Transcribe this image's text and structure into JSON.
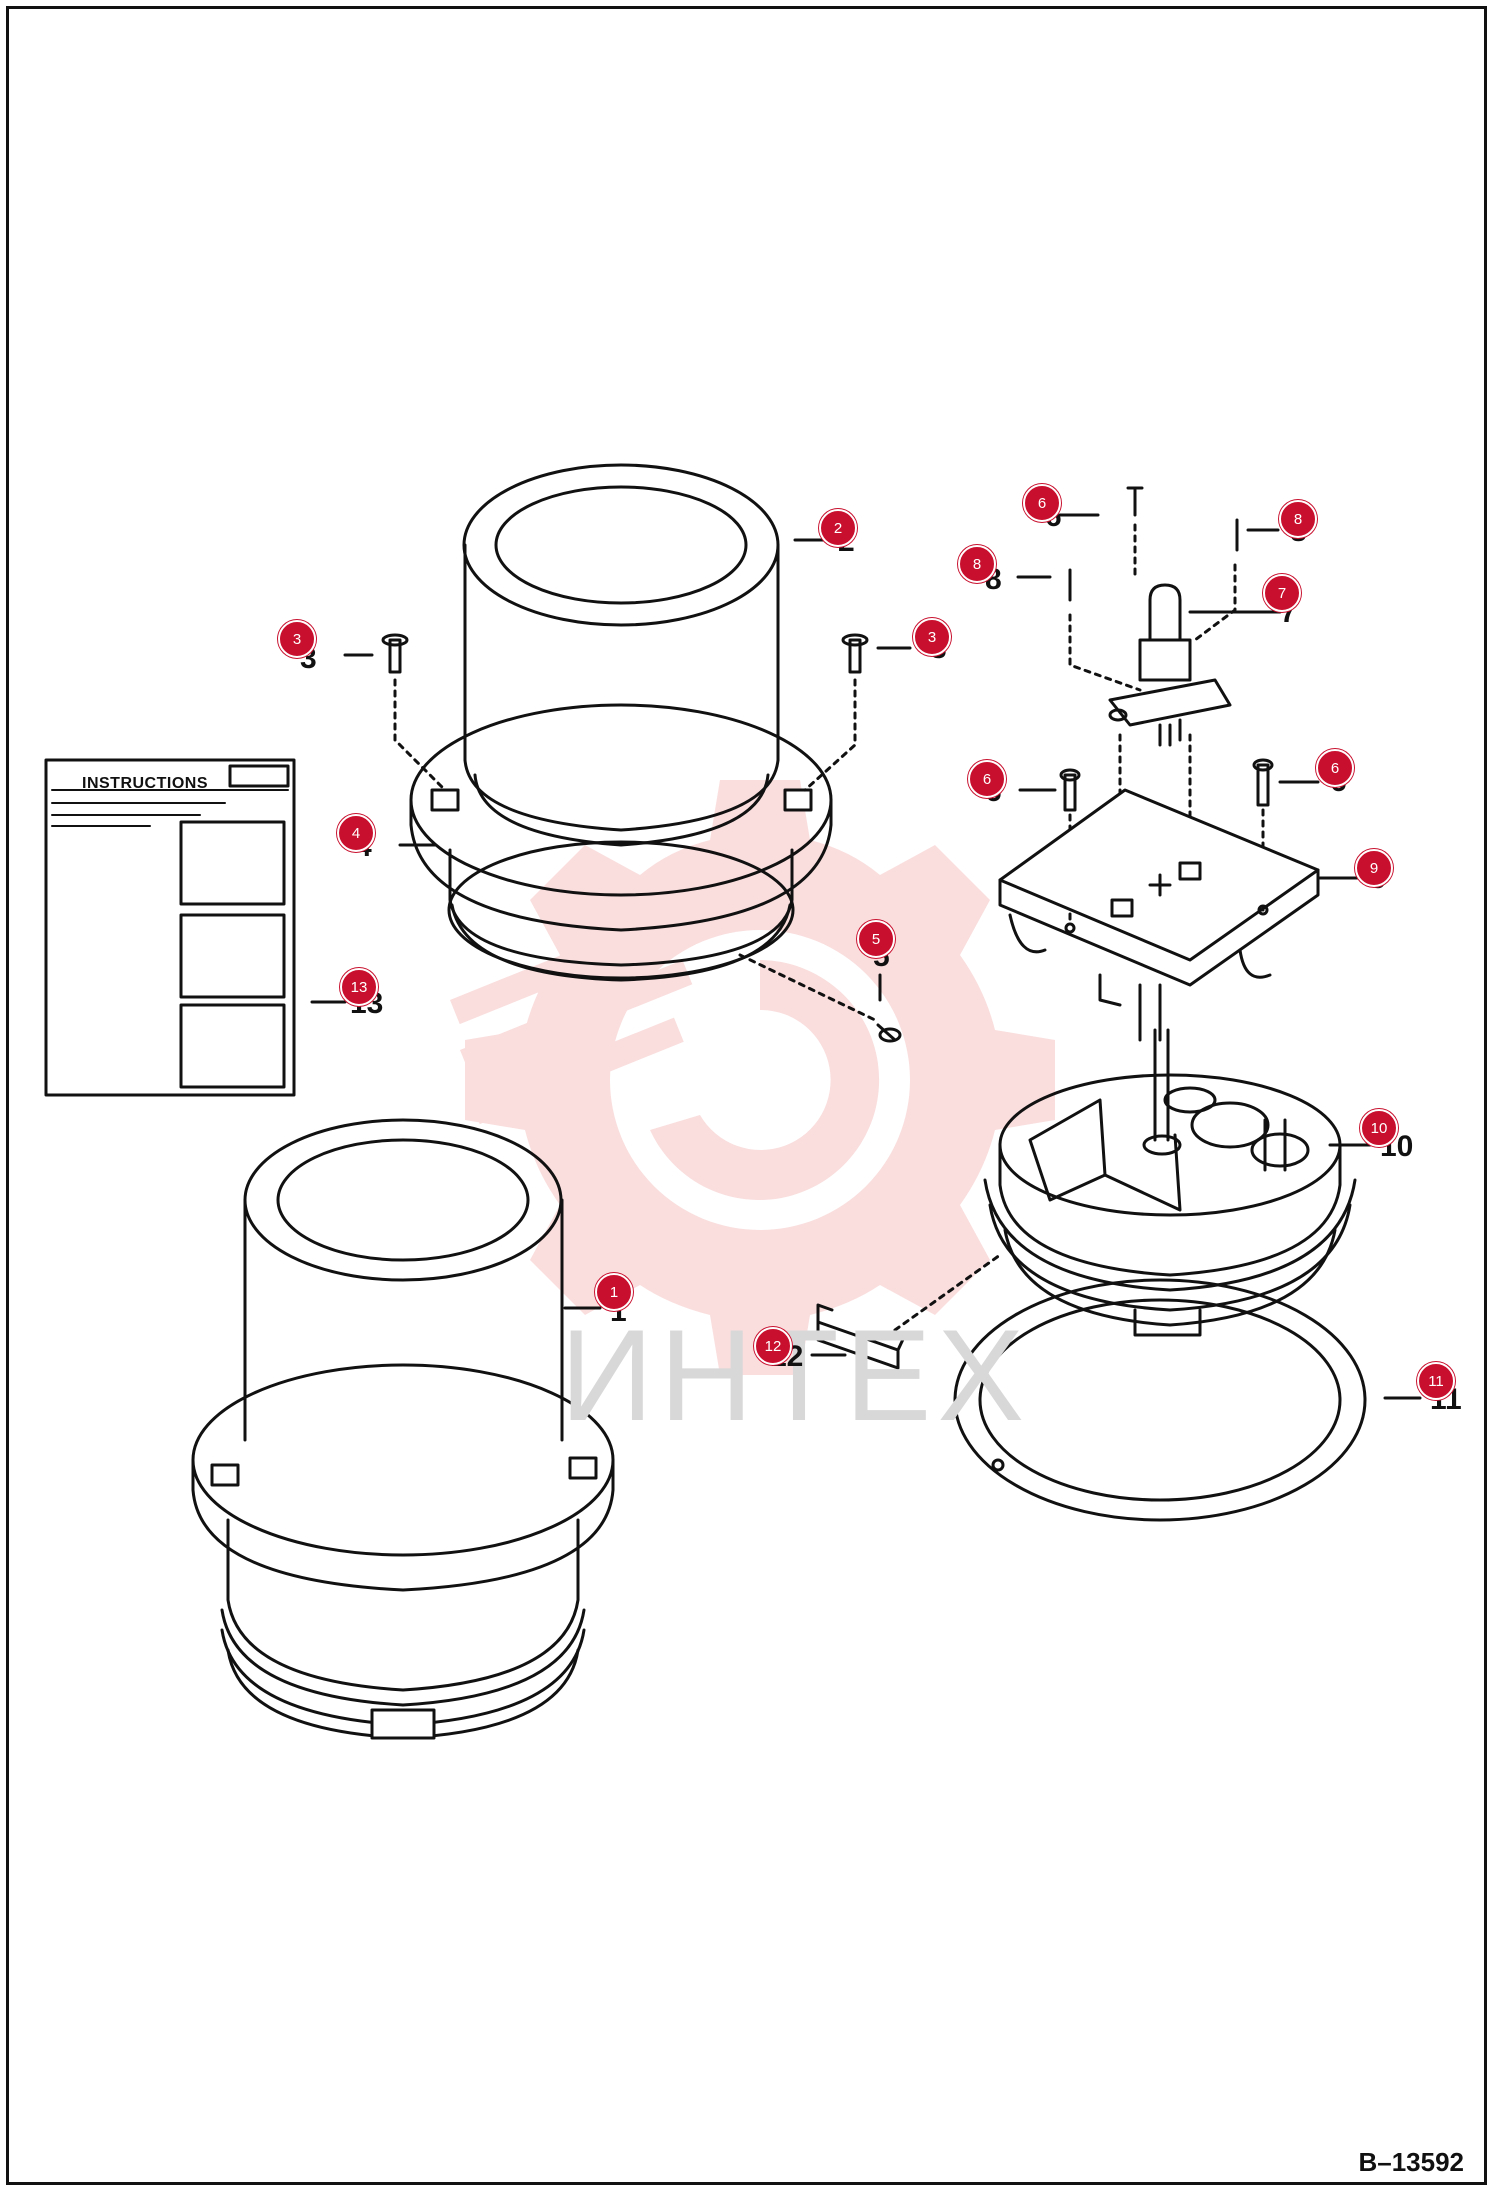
{
  "diagram": {
    "reference": "B–13592",
    "watermark_text": "ИНТЕХ",
    "instruction_sheet_title": "INSTRUCTIONS",
    "parts": [
      {
        "num": "1"
      },
      {
        "num": "2"
      },
      {
        "num": "3"
      },
      {
        "num": "4"
      },
      {
        "num": "5"
      },
      {
        "num": "6"
      },
      {
        "num": "7"
      },
      {
        "num": "8"
      },
      {
        "num": "9"
      },
      {
        "num": "10"
      },
      {
        "num": "11"
      },
      {
        "num": "12"
      },
      {
        "num": "13"
      }
    ]
  }
}
